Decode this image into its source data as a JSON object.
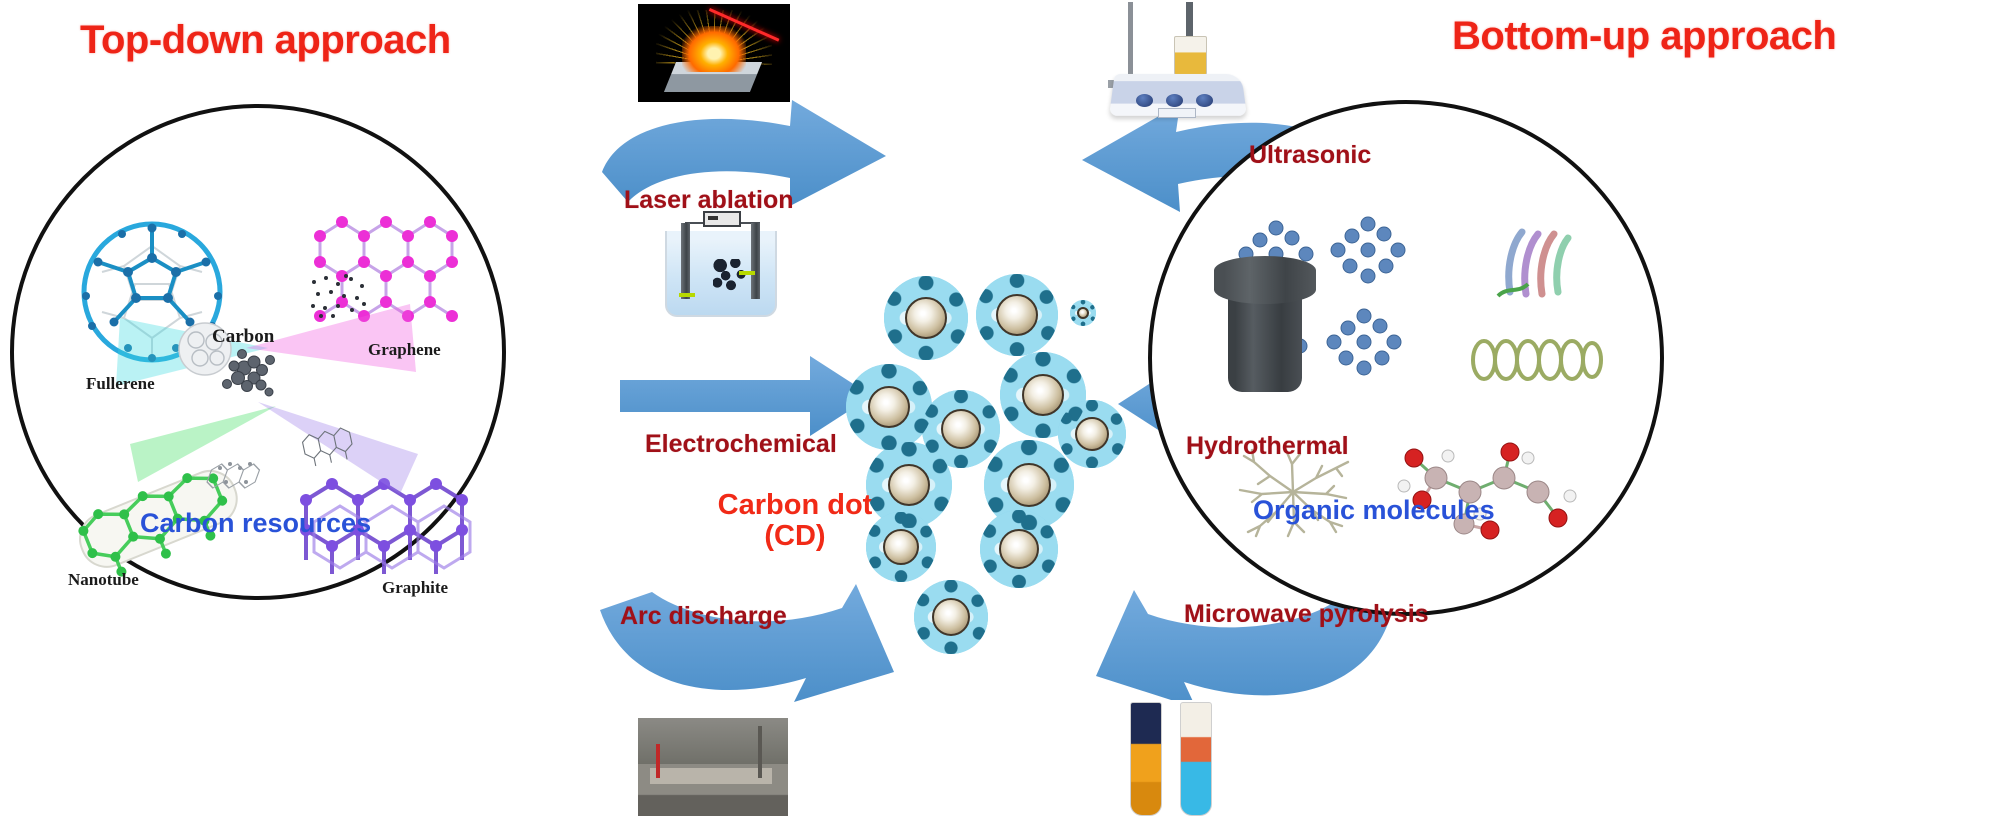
{
  "titles": {
    "left": "Top-down approach",
    "right": "Bottom-up approach"
  },
  "circles": {
    "left": {
      "caption": "Carbon resources",
      "center_label": "Carbon",
      "items": [
        {
          "name": "Fullerene",
          "color": "#29a8dd"
        },
        {
          "name": "Graphene",
          "color": "#e830d8"
        },
        {
          "name": "Nanotube",
          "color": "#35cf4a"
        },
        {
          "name": "Graphite",
          "color": "#7b52d6"
        }
      ]
    },
    "right": {
      "caption": "Organic molecules",
      "items": [
        {
          "name": "dendrimer-cluster"
        },
        {
          "name": "protein-ribbon"
        },
        {
          "name": "helix-coil"
        },
        {
          "name": "branched-polymer"
        },
        {
          "name": "ball-and-stick-molecule"
        }
      ]
    }
  },
  "center": {
    "product_name": "Carbon dot",
    "product_abbrev": "(CD)",
    "dot_count": 12
  },
  "processes": [
    {
      "id": "laser-ablation",
      "label": "Laser ablation",
      "side": "top-down",
      "arrow": "curved-right"
    },
    {
      "id": "electrochemical",
      "label": "Electrochemical",
      "side": "top-down",
      "arrow": "straight-right"
    },
    {
      "id": "arc-discharge",
      "label": "Arc discharge",
      "side": "top-down",
      "arrow": "curved-up-right"
    },
    {
      "id": "ultrasonic",
      "label": "Ultrasonic",
      "side": "bottom-up",
      "arrow": "curved-left"
    },
    {
      "id": "hydrothermal",
      "label": "Hydrothermal",
      "side": "bottom-up",
      "arrow": "straight-left"
    },
    {
      "id": "microwave-pyrolysis",
      "label": "Microwave pyrolysis",
      "side": "bottom-up",
      "arrow": "curved-up-left"
    }
  ],
  "equipment": [
    {
      "id": "laser-ablation-photo",
      "name": "laser-ablation-setup"
    },
    {
      "id": "electrochemical-cell",
      "name": "electrochemical-cell"
    },
    {
      "id": "ultrasonic-device",
      "name": "ultrasonic-processor"
    },
    {
      "id": "autoclave",
      "name": "hydrothermal-autoclave"
    },
    {
      "id": "arc-discharge-photo",
      "name": "arc-discharge-apparatus"
    },
    {
      "id": "vials-photo",
      "name": "reaction-vials"
    }
  ],
  "colors": {
    "title_red": "#ee2417",
    "process_red": "#a01018",
    "product_red": "#f12a17",
    "caption_blue": "#2952d8",
    "arrow_blue": "#5b9bd5",
    "circle_stroke": "#111111",
    "dot_shell": "#9adcf0"
  }
}
